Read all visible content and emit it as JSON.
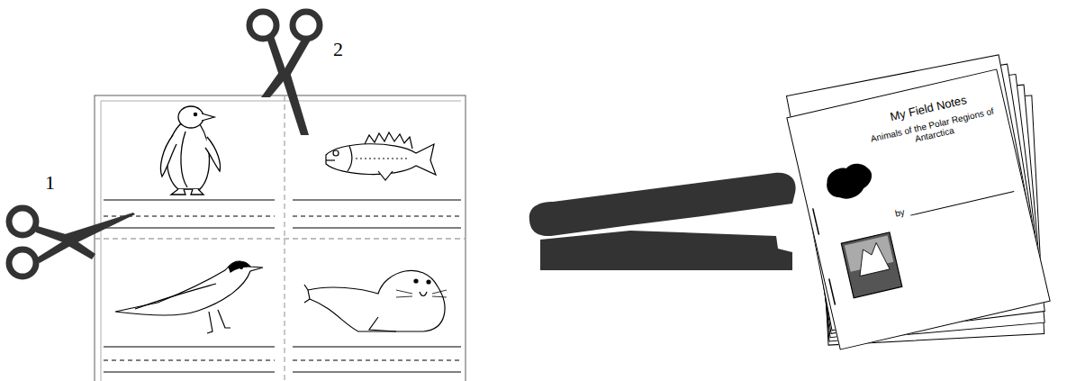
{
  "diagram": {
    "nodes": [
      {
        "text": [
          "My Field Notes",
          "Animals of the Polar Regions of Antarctica",
          "by"
        ]
      }
    ],
    "labels": [
      "1",
      "2"
    ]
  }
}
